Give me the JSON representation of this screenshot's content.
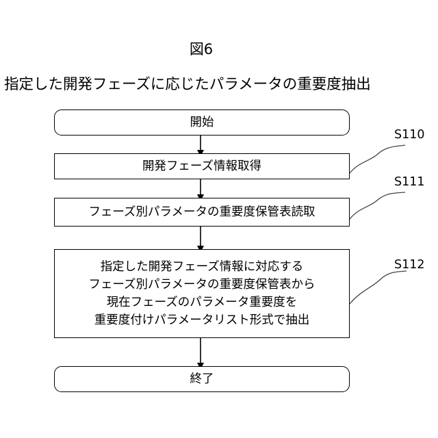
{
  "figure_label": "図6",
  "title": "指定した開発フェーズに応じたパラメータの重要度抽出",
  "flow": {
    "start": "開始",
    "steps": [
      {
        "id": "S110",
        "lines": [
          "開発フェーズ情報取得"
        ]
      },
      {
        "id": "S111",
        "lines": [
          "フェーズ別パラメータの重要度保管表読取"
        ]
      },
      {
        "id": "S112",
        "lines": [
          "指定した開発フェーズ情報に対応する",
          "フェーズ別パラメータの重要度保管表から",
          "現在フェーズのパラメータ重要度を",
          "重要度付けパラメータリスト形式で抽出"
        ]
      }
    ],
    "end": "終了"
  }
}
